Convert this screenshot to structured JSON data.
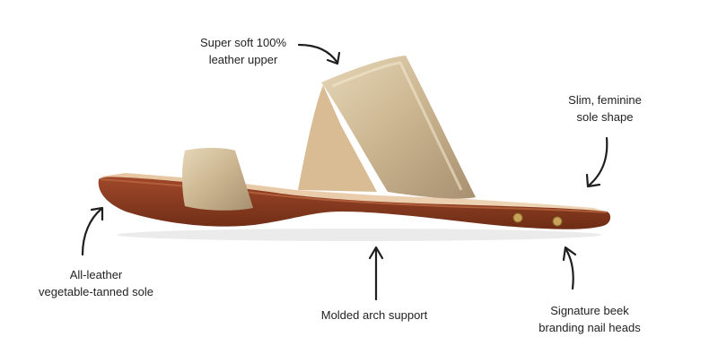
{
  "callouts": {
    "upper": {
      "line1": "Super soft 100%",
      "line2": "leather upper"
    },
    "sole_shape": {
      "line1": "Slim, feminine",
      "line2": "sole shape"
    },
    "tanned_sole": {
      "line1": "All-leather",
      "line2": "vegetable-tanned sole"
    },
    "arch": {
      "line1": "Molded arch support"
    },
    "nail_heads": {
      "line1": "Signature beek",
      "line2": "branding nail heads"
    }
  },
  "colors": {
    "gold_leather": "#cbb58e",
    "sole_edge": "#8a3c20",
    "footbed": "#e8c9a6",
    "nail": "#c9a35a",
    "arrow": "#1f1f1f"
  }
}
